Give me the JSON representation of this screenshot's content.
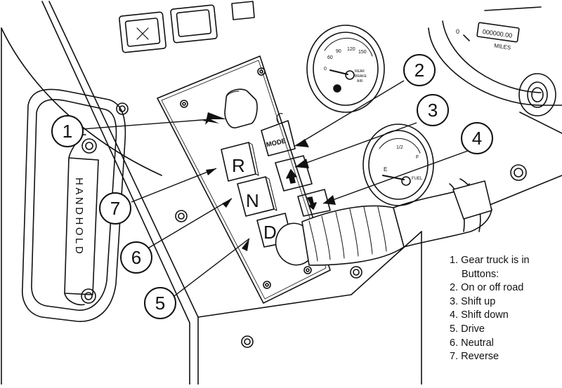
{
  "callouts": [
    {
      "number": "1",
      "target": "gear-indicator"
    },
    {
      "number": "2",
      "target": "mode-button"
    },
    {
      "number": "3",
      "target": "shift-up-button"
    },
    {
      "number": "4",
      "target": "shift-down-button"
    },
    {
      "number": "5",
      "target": "drive-button"
    },
    {
      "number": "6",
      "target": "neutral-button"
    },
    {
      "number": "7",
      "target": "reverse-button"
    }
  ],
  "buttons": {
    "mode": "MODE",
    "reverse": "R",
    "neutral": "N",
    "drive": "D"
  },
  "handhold_label": "HANDHOLD",
  "gauges": {
    "odometer": "000000.00",
    "odometer_unit": "MILES",
    "speed_tick": "0",
    "brake_ticks": [
      "60",
      "90",
      "120",
      "150"
    ],
    "brake_label_1": "REAR",
    "brake_label_2": "BRAKE",
    "brake_label_3": "AIR",
    "brake_zero": "0",
    "fuel_e": "E",
    "fuel_half": "1/2",
    "fuel_f": "F",
    "fuel_label": "FUEL"
  },
  "legend": [
    "1. Gear truck is in",
    "Buttons:",
    "2. On or off road",
    "3. Shift up",
    "4. Shift down",
    "5. Drive",
    "6. Neutral",
    "7. Reverse"
  ]
}
